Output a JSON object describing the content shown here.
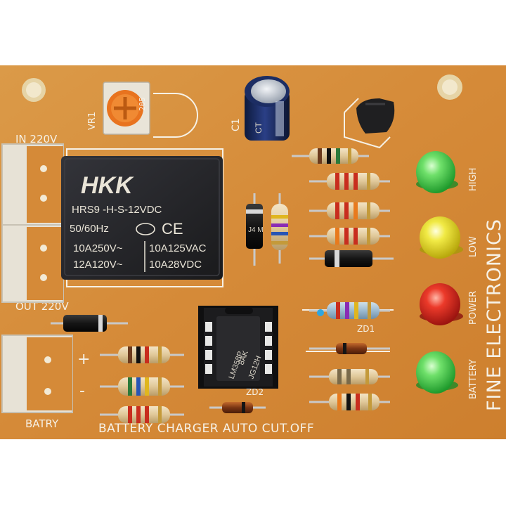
{
  "colors": {
    "board": "#d68f3c",
    "board_edge": "#c97a2c",
    "silkscreen": "#f6f1e6",
    "relay_body": "#262628",
    "led_green": "#3fc94a",
    "led_yellow": "#e8dc1e",
    "led_red": "#e0241c"
  },
  "board": {
    "title": "BATTERY CHARGER AUTO CUT.OFF",
    "brand": "FINE ELECTRONICS"
  },
  "labels": {
    "in_220v": "IN 220V",
    "out_220v": "OUT 220V",
    "batry": "BATRY",
    "plus": "+",
    "minus": "-",
    "vr1": "VR1",
    "c1": "C1",
    "zd1": "ZD1",
    "zd2": "ZD2",
    "high": "HIGH",
    "low": "LOW",
    "power": "POWER",
    "battery_led": "BATTERY"
  },
  "relay": {
    "brand": "HKK",
    "model": "HRS9 -H-S-12VDC",
    "frequency": "50/60Hz",
    "cert": "CE",
    "rating_1": "10A250V~",
    "rating_2": "12A120V~",
    "rating_3": "10A125VAC",
    "rating_4": "10A28VDC"
  },
  "potentiometer": {
    "marking": "205"
  },
  "ic": {
    "part": "LM358P",
    "code_1": "8AK",
    "code_2": "JG12H"
  },
  "diode": {
    "marking": "J4 M"
  },
  "capacitor": {
    "marking": "CT"
  }
}
